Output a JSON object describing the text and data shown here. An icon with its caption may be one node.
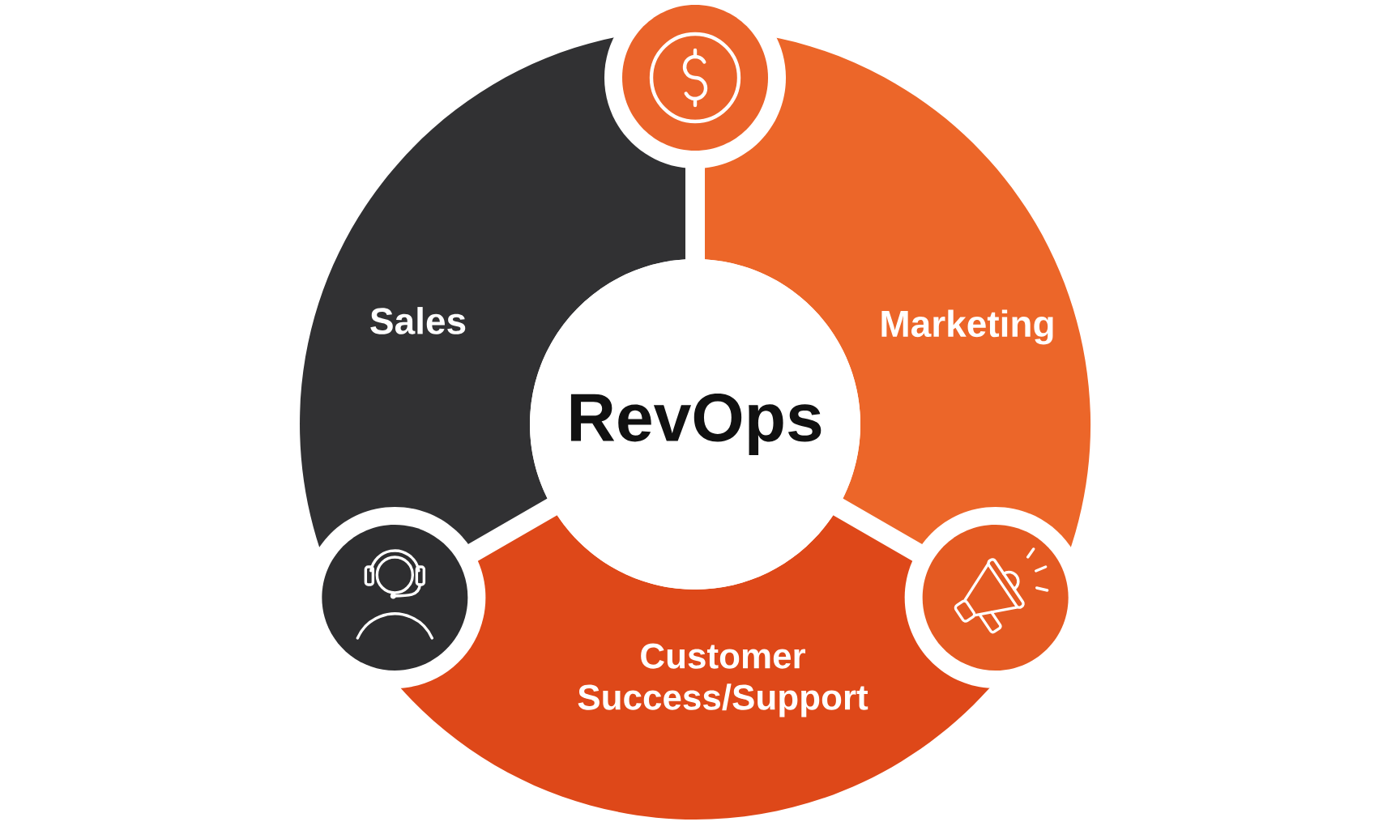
{
  "diagram": {
    "nodes": [
      {
        "text": [],
        "shape": "circle"
      },
      {
        "text": [
          "Sales"
        ]
      },
      {
        "text": [
          "Marketing"
        ]
      },
      {
        "text": [
          "RevOps"
        ]
      },
      {
        "text": [],
        "shape": "circle"
      },
      {
        "text": [],
        "shape": "circle"
      },
      {
        "text": [
          "Customer Success/Support"
        ]
      }
    ]
  }
}
